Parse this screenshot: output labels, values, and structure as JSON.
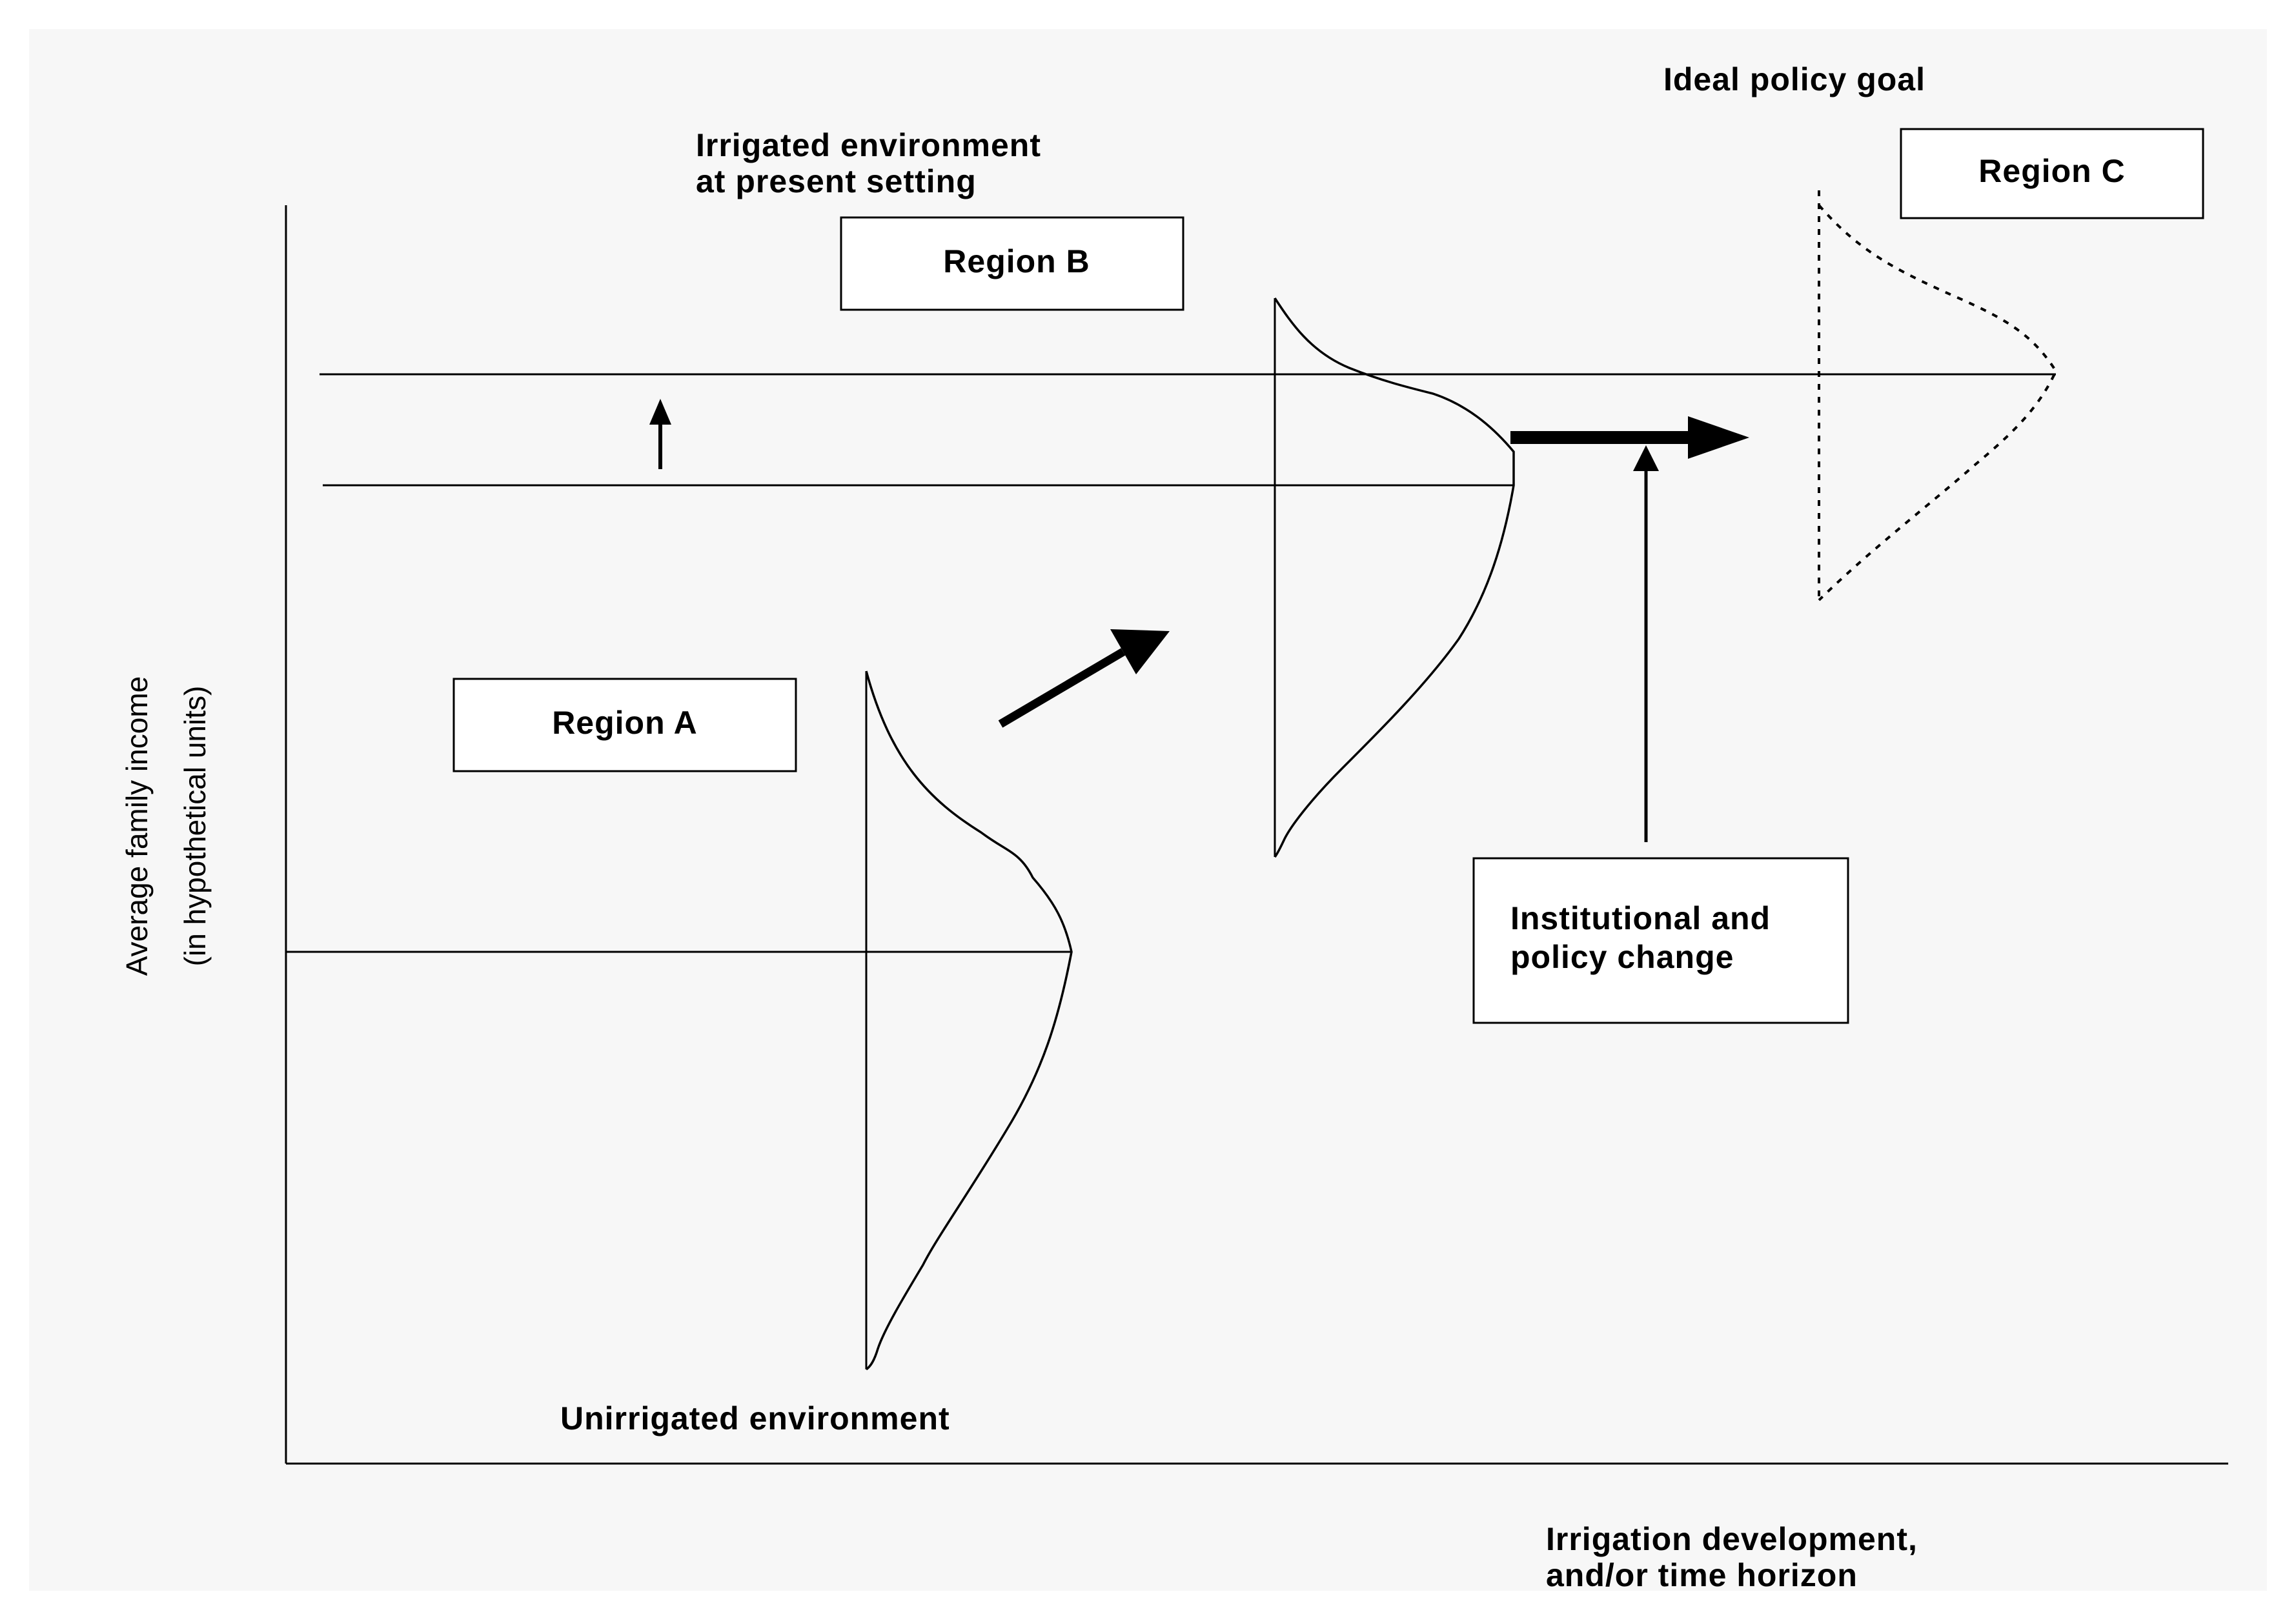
{
  "labels": {
    "ideal_policy_goal": "Ideal policy goal",
    "irrigated_line1": "Irrigated environment",
    "irrigated_line2": "at present setting",
    "region_a": "Region A",
    "region_b": "Region B",
    "region_c": "Region C",
    "institutional_line1": "Institutional and",
    "institutional_line2": "policy change",
    "unirrigated": "Unirrigated environment",
    "y_axis_line1": "Average family income",
    "y_axis_line2": "(in hypothetical units)",
    "x_axis_line1": "Irrigation development,",
    "x_axis_line2": "and/or time horizon"
  },
  "colors": {
    "background": "#ffffff",
    "panel": "#f7f7f7",
    "ink": "#000000"
  }
}
